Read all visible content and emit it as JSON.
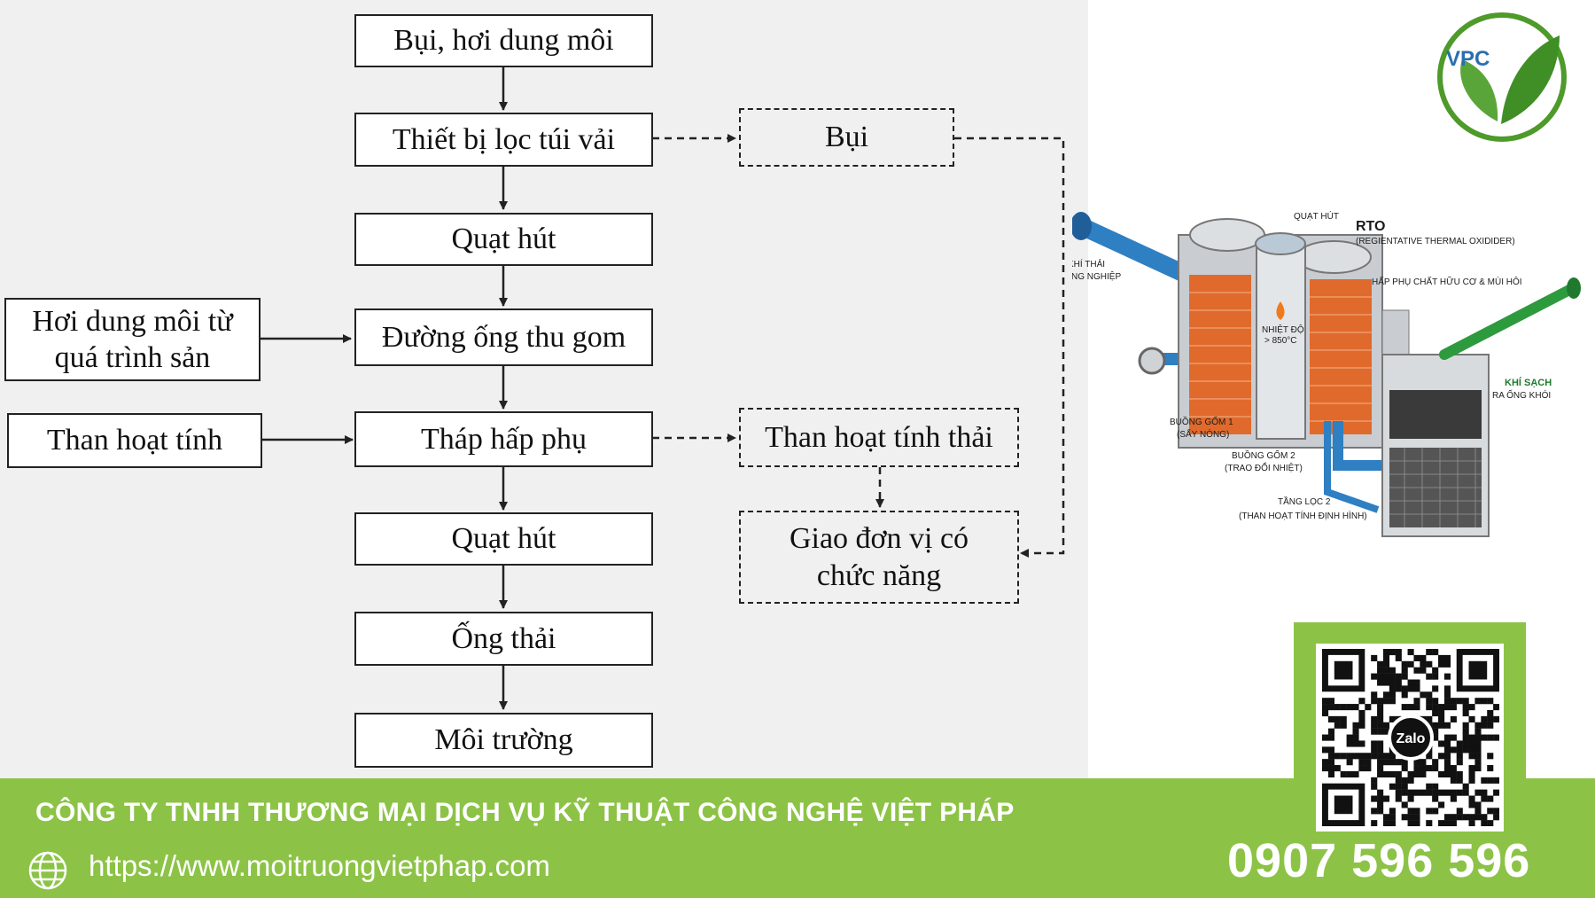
{
  "flowchart": {
    "nodes": {
      "dust_solvent": "Bụi, hơi dung môi",
      "bag_filter": "Thiết bị lọc túi vải",
      "fan_1": "Quạt hút",
      "collection_pipe": "Đường ống thu gom",
      "adsorption_tower": "Tháp hấp phụ",
      "fan_2": "Quạt hút",
      "exhaust_pipe": "Ống thải",
      "environment": "Môi trường",
      "solvent_vapor_process": "Hơi dung môi từ quá trình sản",
      "activated_carbon": "Than hoạt tính",
      "dust": "Bụi",
      "spent_carbon": "Than hoạt tính thải",
      "handover_unit": "Giao đơn vị có chức năng"
    }
  },
  "rto": {
    "title": "RTO",
    "subtitle": "(REGIENTATIVE THERMAL OXIDIDER)",
    "labels": {
      "fan": "QUẠT HÚT",
      "industrial_exhaust_1": "KHÍ THẢI",
      "industrial_exhaust_2": "CÔNG NGHIỆP",
      "temperature_1": "NHIỆT ĐỘ",
      "temperature_2": "> 850°C",
      "adsorb_organic": "HẤP PHỤ CHẤT HỮU CƠ & MÙI HÔI",
      "clean_air_1": "KHÍ SẠCH",
      "clean_air_2": "RA ỐNG KHÓI",
      "chamber1_1": "BUỒNG GỐM 1",
      "chamber1_2": "(SẤY NÓNG)",
      "chamber2_1": "BUỒNG GỐM 2",
      "chamber2_2": "(TRAO ĐỔI NHIỆT)",
      "filter2_1": "TẦNG LỌC 2",
      "filter2_2": "(THAN HOẠT TÍNH ĐỊNH HÌNH)"
    }
  },
  "logo": {
    "text": "VPC"
  },
  "footer": {
    "company": "CÔNG TY TNHH THƯƠNG MẠI DỊCH VỤ KỸ THUẬT CÔNG NGHỆ VIỆT PHÁP",
    "website": "https://www.moitruongvietphap.com",
    "phone": "0907 596 596",
    "qr_center_label": "Zalo"
  },
  "colors": {
    "footer_green": "#8cc346",
    "pipe_blue": "#2f7fc3",
    "pipe_green": "#2e9a3e",
    "chamber_orange": "#e06a2c",
    "logo_green": "#4e9a2a"
  }
}
